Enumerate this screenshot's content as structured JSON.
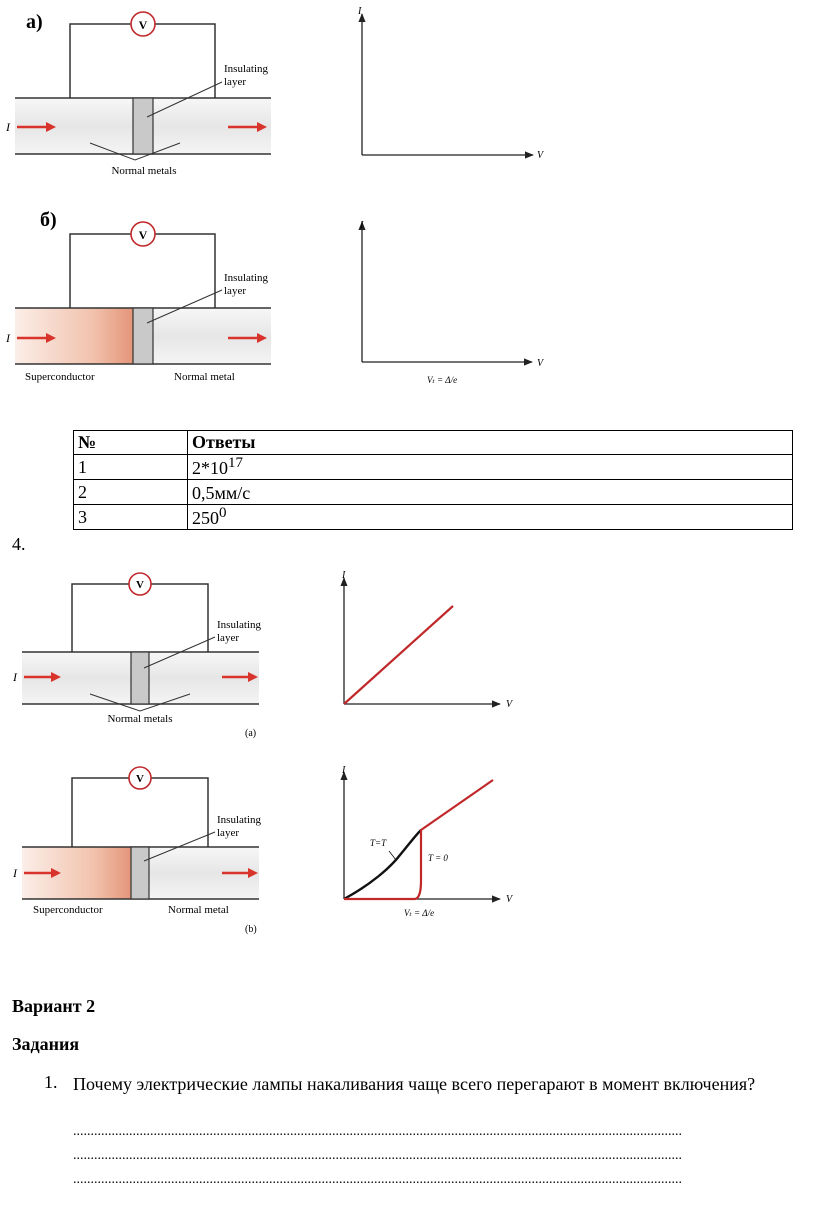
{
  "figure_a": {
    "letter": "а)",
    "voltmeter": "V",
    "insulating_line1": "Insulating",
    "insulating_line2": "layer",
    "current": "I",
    "bottom_label": "Normal metals",
    "axis_y": "I",
    "axis_x": "V"
  },
  "figure_b": {
    "letter": "б)",
    "voltmeter": "V",
    "insulating_line1": "Insulating",
    "insulating_line2": "layer",
    "current": "I",
    "left_label": "Superconductor",
    "right_label": "Normal metal",
    "axis_y": "I",
    "axis_x": "V",
    "threshold": "Vₜ = Δ/e"
  },
  "table": {
    "headers": [
      "№",
      "Ответы"
    ],
    "rows": [
      {
        "n": "1",
        "base": "2*10",
        "sup": "17"
      },
      {
        "n": "2",
        "base": "0,5мм/с",
        "sup": ""
      },
      {
        "n": "3",
        "base": "250",
        "sup": "0"
      }
    ]
  },
  "item4_label": "4.",
  "figure_c": {
    "voltmeter": "V",
    "insulating_line1": "Insulating",
    "insulating_line2": "layer",
    "current": "I",
    "bottom_label": "Normal metals",
    "caption": "(a)",
    "axis_y": "I",
    "axis_x": "V"
  },
  "figure_d": {
    "voltmeter": "V",
    "insulating_line1": "Insulating",
    "insulating_line2": "layer",
    "current": "I",
    "left_label": "Superconductor",
    "right_label": "Normal metal",
    "caption": "(b)",
    "axis_y": "I",
    "axis_x": "V",
    "curve_label_t": "T=T",
    "curve_label_0": "T = 0",
    "threshold": "Vₜ = Δ/e"
  },
  "variant_heading": "Вариант 2",
  "tasks_heading": "Задания",
  "question": {
    "number": "1.",
    "text": "Почему электрические лампы накаливания чаще всего перегарают в момент включения?"
  },
  "answer_lines": [
    "..............................................................................................................................................................................",
    "..............................................................................................................................................................................",
    ".............................................................................................................................................................................."
  ],
  "colors": {
    "arrow": "#d9342b",
    "curve_red": "#c0282a",
    "curve_black": "#111111",
    "superconductor": "#e9a68c",
    "layer": "#c9c9c9"
  }
}
